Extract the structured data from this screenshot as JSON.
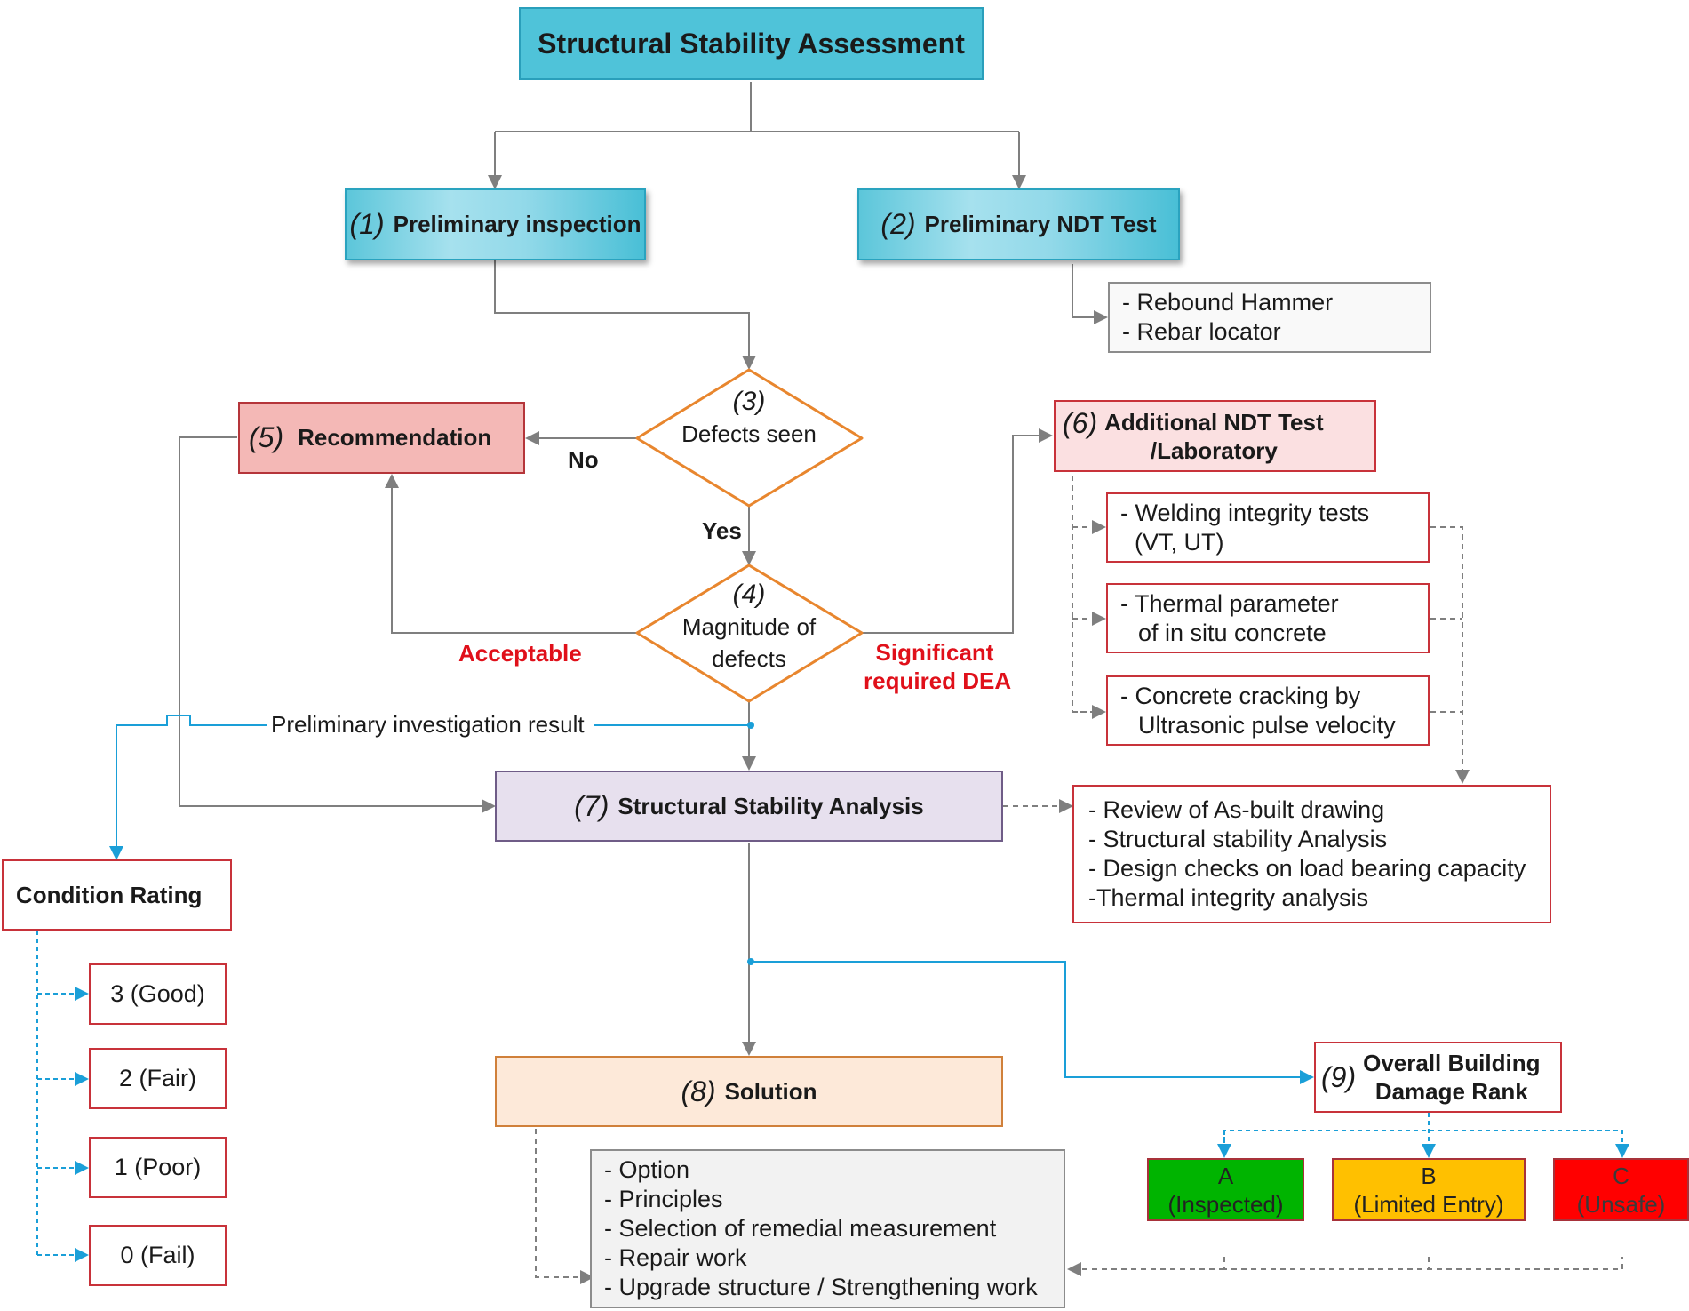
{
  "title": "Structural Stability Assessment",
  "nodes": {
    "n1": {
      "num": "(1)",
      "label": "Preliminary inspection"
    },
    "n2": {
      "num": "(2)",
      "label": "Preliminary NDT Test"
    },
    "n2_list": [
      "- Rebound Hammer",
      "- Rebar locator"
    ],
    "n3": {
      "num": "(3)",
      "label": "Defects seen"
    },
    "n4": {
      "num": "(4)",
      "label_line1": "Magnitude of",
      "label_line2": "defects"
    },
    "n5": {
      "num": "(5)",
      "label": "Recommendation"
    },
    "n6": {
      "num": "(6)",
      "label_line1": "Additional NDT Test",
      "label_line2": "/Laboratory"
    },
    "n6_items": [
      {
        "line1": "- Welding integrity tests",
        "line2": "(VT, UT)"
      },
      {
        "line1": "- Thermal parameter",
        "line2": "of in situ concrete"
      },
      {
        "line1": "- Concrete cracking by",
        "line2": "Ultrasonic pulse velocity"
      }
    ],
    "n7": {
      "num": "(7)",
      "label": "Structural Stability Analysis"
    },
    "n7_list": [
      "- Review of As-built drawing",
      "- Structural stability Analysis",
      "- Design checks on load bearing capacity",
      "-Thermal integrity analysis"
    ],
    "n8": {
      "num": "(8)",
      "label": "Solution"
    },
    "n8_list": [
      "- Option",
      "- Principles",
      "- Selection of remedial measurement",
      "- Repair work",
      "- Upgrade structure / Strengthening work"
    ],
    "n9": {
      "num": "(9)",
      "label_line1": "Overall Building",
      "label_line2": "Damage Rank"
    }
  },
  "edge_labels": {
    "no": "No",
    "yes": "Yes",
    "acceptable": "Acceptable",
    "significant_line1": "Significant",
    "significant_line2": "required DEA",
    "prelim_result": "Preliminary investigation result"
  },
  "condition_rating": {
    "title": "Condition Rating",
    "levels": [
      "3 (Good)",
      "2 (Fair)",
      "1 (Poor)",
      "0 (Fail)"
    ]
  },
  "damage_ranks": [
    {
      "letter": "A",
      "desc": "(Inspected)",
      "color": "#00b400"
    },
    {
      "letter": "B",
      "desc": "(Limited Entry)",
      "color": "#ffc000"
    },
    {
      "letter": "C",
      "desc": "(Unsafe)",
      "color": "#ff0000"
    }
  ],
  "colors": {
    "connector": "#7f7f7f",
    "result_line": "#1a9fd8",
    "diamond": "#e8862e",
    "red_text": "#e0101a"
  }
}
